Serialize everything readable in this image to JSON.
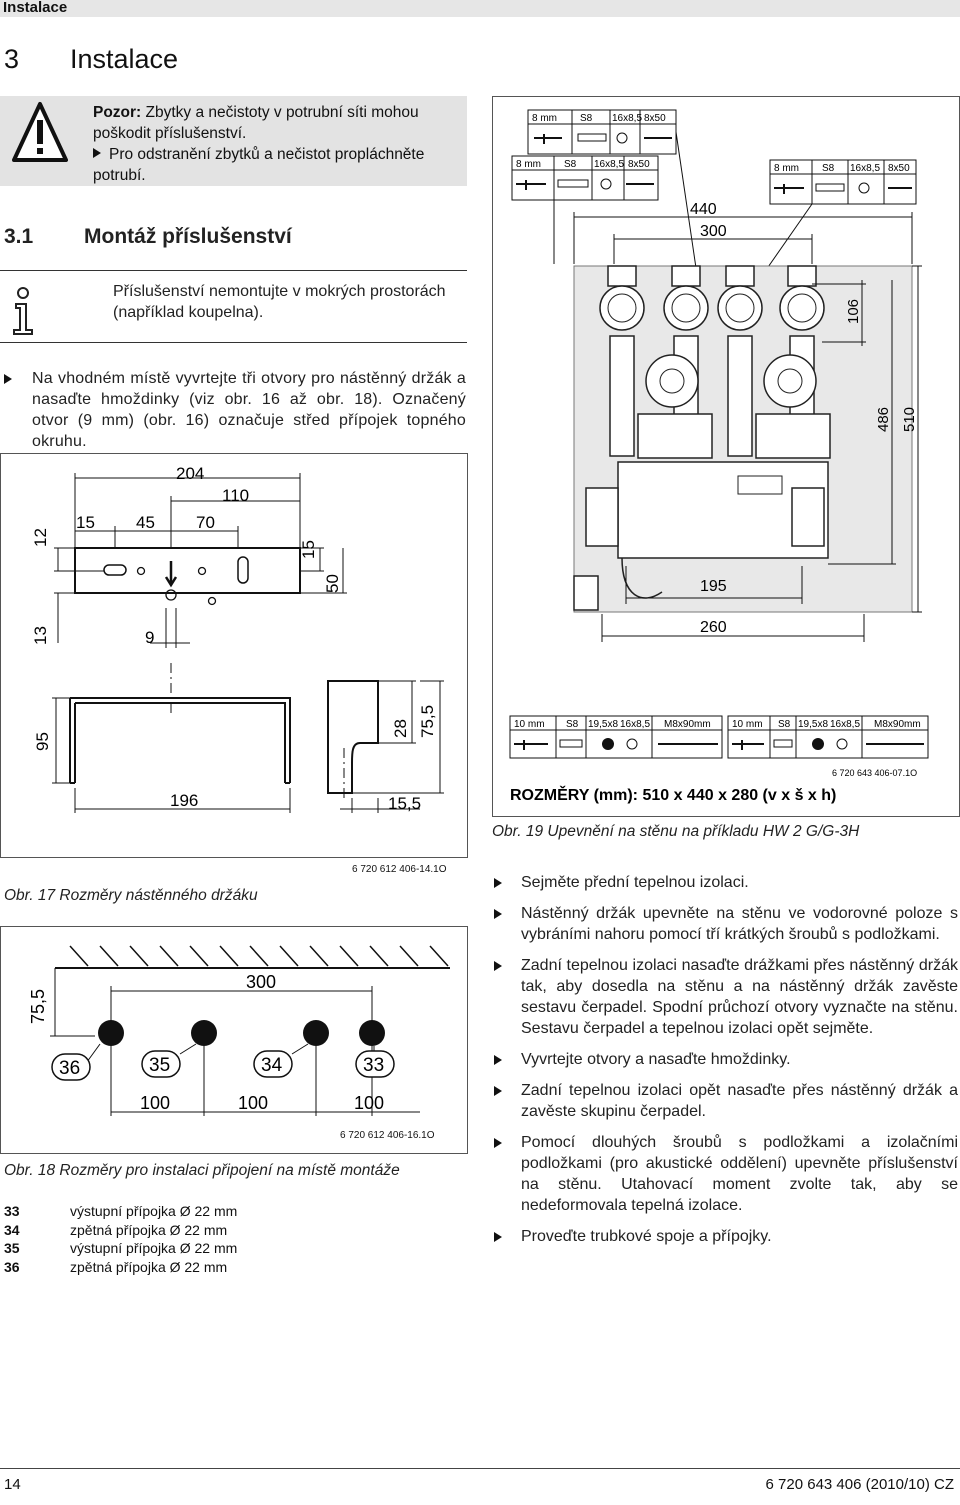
{
  "header": {
    "label": "Instalace"
  },
  "section": {
    "number": "3",
    "title": "Instalace"
  },
  "warning": {
    "lead": "Pozor:",
    "text": "Zbytky a nečistoty  v potrubní síti mohou poškodit příslušenství.",
    "bullet": "Pro odstranění zbytků a nečistot propláchněte potrubí."
  },
  "subsection": {
    "number": "3.1",
    "title": "Montáž příslušenství"
  },
  "info": {
    "text": "Příslušenství nemontujte v mokrých prostorách (například koupelna)."
  },
  "instruction": {
    "text": "Na vhodném místě vyvrtejte tři otvory pro nástěnný držák a nasaďte hmoždinky (viz obr. 16 až obr. 18). Označený otvor (9 mm) (obr. 16) označuje střed přípojek topného okruhu."
  },
  "fig17": {
    "caption": "Obr. 17 Rozměry nástěnného držáku",
    "code": "6 720 612 406-14.1O",
    "dims": {
      "d204": "204",
      "d110": "110",
      "d15a": "15",
      "d45": "45",
      "d70": "70",
      "d12": "12",
      "d15b": "15",
      "d50": "50",
      "d13": "13",
      "d9": "9",
      "d95": "95",
      "d196": "196",
      "d28": "28",
      "d755": "75,5",
      "d155": "15,5"
    }
  },
  "fig18": {
    "caption": "Obr. 18 Rozměry pro instalaci připojení na místě montáže",
    "code": "6 720 612 406-16.1O",
    "dims": {
      "d755": "75,5",
      "d300": "300",
      "d100a": "100",
      "d100b": "100",
      "d100c": "100"
    },
    "labels": {
      "l36": "36",
      "l35": "35",
      "l34": "34",
      "l33": "33"
    }
  },
  "legend": [
    {
      "num": "33",
      "text": "výstupní přípojka Ø 22 mm"
    },
    {
      "num": "34",
      "text": "zpětná přípojka Ø 22 mm"
    },
    {
      "num": "35",
      "text": "výstupní přípojka Ø 22 mm"
    },
    {
      "num": "36",
      "text": "zpětná přípojka Ø 22 mm"
    }
  ],
  "fig19": {
    "caption": "Obr. 19 Upevnění na stěnu na příkladu HW 2 G/G-3H",
    "code": "6 720 643 406-07.1O",
    "dims_text": "ROZMĚRY (mm): 510 x 440 x 280 (v x š x h)",
    "dims": {
      "d440": "440",
      "d300": "300",
      "d106": "106",
      "d486": "486",
      "d510": "510",
      "d195": "195",
      "d260": "260"
    },
    "kit_small": {
      "drill": "8 mm",
      "s8": "S8",
      "screw": "16x8,5",
      "bolt": "8x50"
    },
    "kit_large": {
      "drill": "10 mm",
      "s8": "S8",
      "washer": "19,5x8",
      "screw": "16x8,5",
      "bolt": "M8x90mm"
    }
  },
  "steps": [
    "Sejměte přední tepelnou izolaci.",
    "Nástěnný držák upevněte na stěnu ve vodorovné poloze s vybráními nahoru pomocí tří krátkých šroubů s podložkami.",
    "Zadní tepelnou izolaci nasaďte drážkami přes nástěnný držák tak, aby dosedla na stěnu a na nástěnný držák zavěste sestavu čerpadel. Spodní průchozí otvory vyznačte na stěnu. Sestavu čerpadel a tepelnou izolaci opět sejměte.",
    "Vyvrtejte otvory a nasaďte hmoždinky.",
    "Zadní tepelnou izolaci opět nasaďte přes nástěnný držák a zavěste skupinu čerpadel.",
    "Pomocí dlouhých šroubů s podložkami a izolačními podložkami (pro akustické oddělení) upevněte příslušenství na stěnu. Utahovací moment zvolte tak, aby se nedeformovala tepelná izolace.",
    "Proveďte trubkové spoje a přípojky."
  ],
  "footer": {
    "page": "14",
    "doc": "6 720 643 406 (2010/10) CZ"
  }
}
